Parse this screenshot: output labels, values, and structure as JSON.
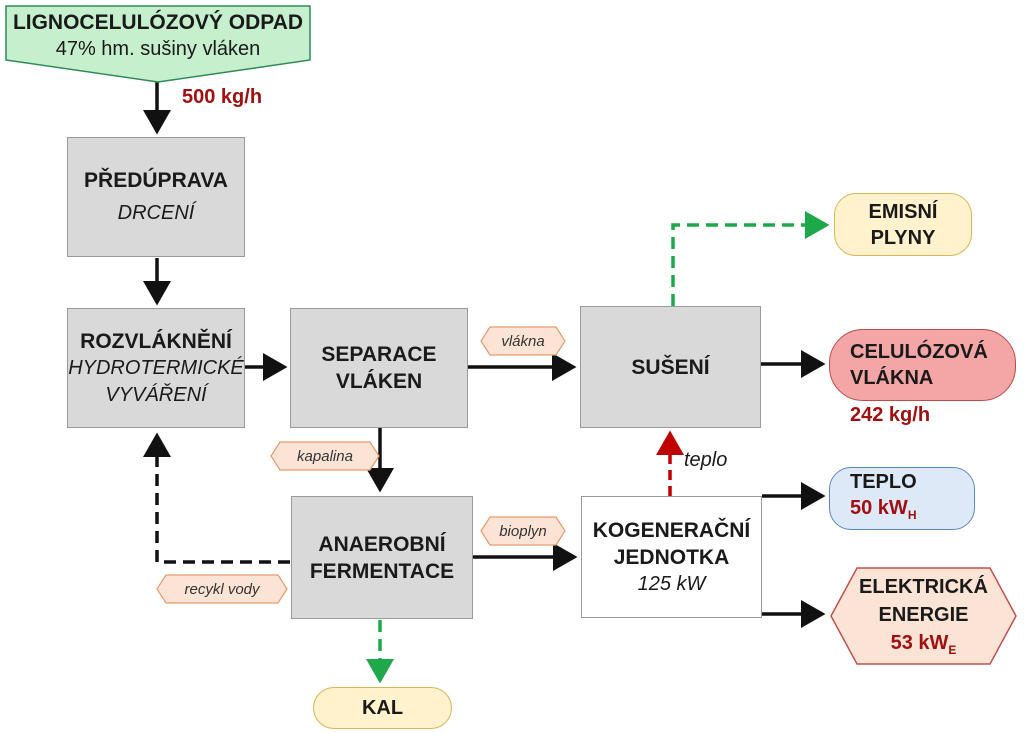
{
  "input": {
    "title": "LIGNOCELULÓZOVÝ ODPAD",
    "subtitle": "47% hm. sušiny vláken",
    "flow": "500 kg/h"
  },
  "pretreat": {
    "title": "PŘEDÚPRAVA",
    "subtitle": "DRCENÍ"
  },
  "defib": {
    "title": "ROZVLÁKNĚNÍ",
    "subtitle_1": "HYDROTERMICKÉ",
    "subtitle_2": "VYVÁŘENÍ"
  },
  "separation": {
    "title_1": "SEPARACE",
    "title_2": "VLÁKEN"
  },
  "drying": {
    "title": "SUŠENÍ"
  },
  "anaerobic": {
    "title_1": "ANAEROBNÍ",
    "title_2": "FERMENTACE"
  },
  "chp": {
    "title_1": "KOGENERAČNÍ",
    "title_2": "JEDNOTKA",
    "subtitle": "125 kW"
  },
  "emissions": {
    "title_1": "EMISNÍ",
    "title_2": "PLYNY"
  },
  "fibers": {
    "title_1": "CELULÓZOVÁ",
    "title_2": "VLÁKNA",
    "flow": "242 kg/h"
  },
  "heat_out": {
    "title": "TEPLO",
    "value": "50 kW",
    "unit_sub": "H"
  },
  "electric": {
    "title_1": "ELEKTRICKÁ",
    "title_2": "ENERGIE",
    "value": "53 kW",
    "unit_sub": "E"
  },
  "sludge": {
    "title": "KAL"
  },
  "tags": {
    "fibers": "vlákna",
    "liquid": "kapalina",
    "biogas": "bioplyn",
    "water": "recykl vody",
    "heat": "teplo"
  },
  "colors": {
    "box_gray": "#d9d9d9",
    "green_box": "#c6efce",
    "red_box": "#f4a6a6",
    "yellow_box": "#fff2cc",
    "blue_box": "#dde9f7",
    "tag_fill": "#fbe4d5",
    "green_arrow": "#1fa84a",
    "red_arrow": "#c00000"
  }
}
